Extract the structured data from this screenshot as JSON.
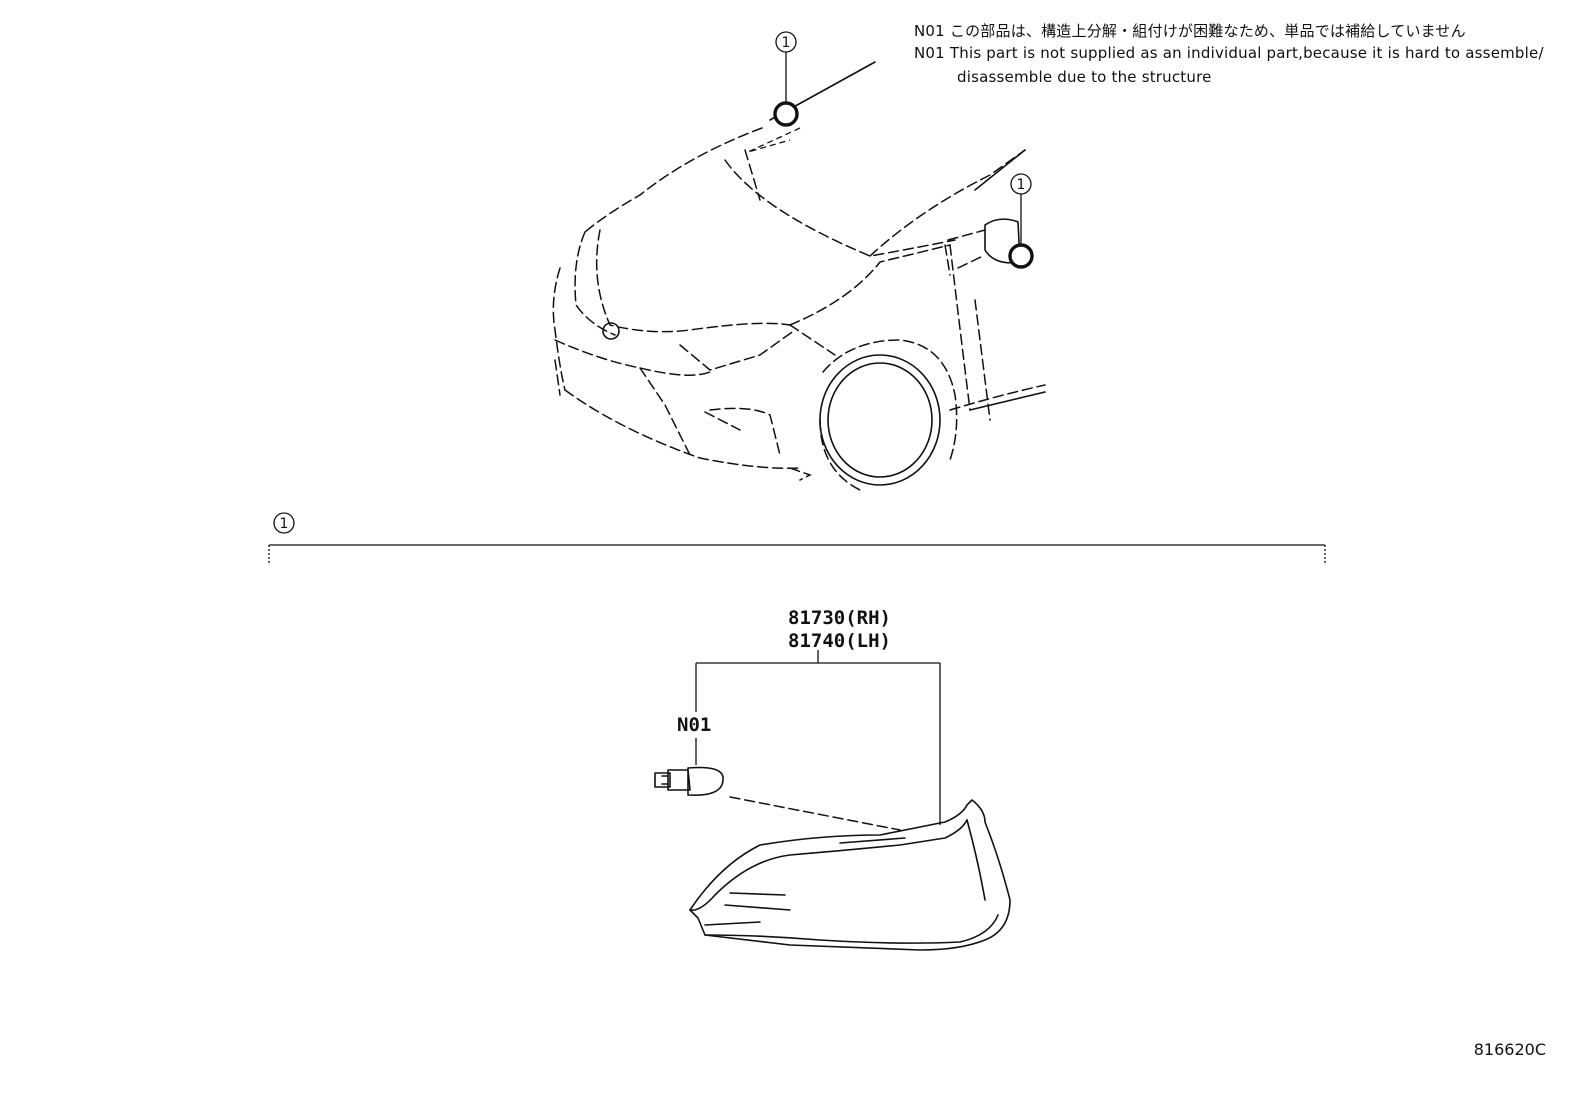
{
  "notes": {
    "jp_prefix": "N01",
    "jp_text": "この部品は、構造上分解・組付けが困難なため、単品では補給していません",
    "en_prefix": "N01",
    "en_text_line1": "This part is not supplied as an individual part,because it is hard to assemble/",
    "en_text_line2": "disassemble due to the structure"
  },
  "callouts": {
    "top": "1",
    "mirror": "1",
    "section": "1"
  },
  "parts": {
    "rh": "81730(RH)",
    "lh": "81740(LH)",
    "bulb_note": "N01"
  },
  "figure_code": "816620C"
}
